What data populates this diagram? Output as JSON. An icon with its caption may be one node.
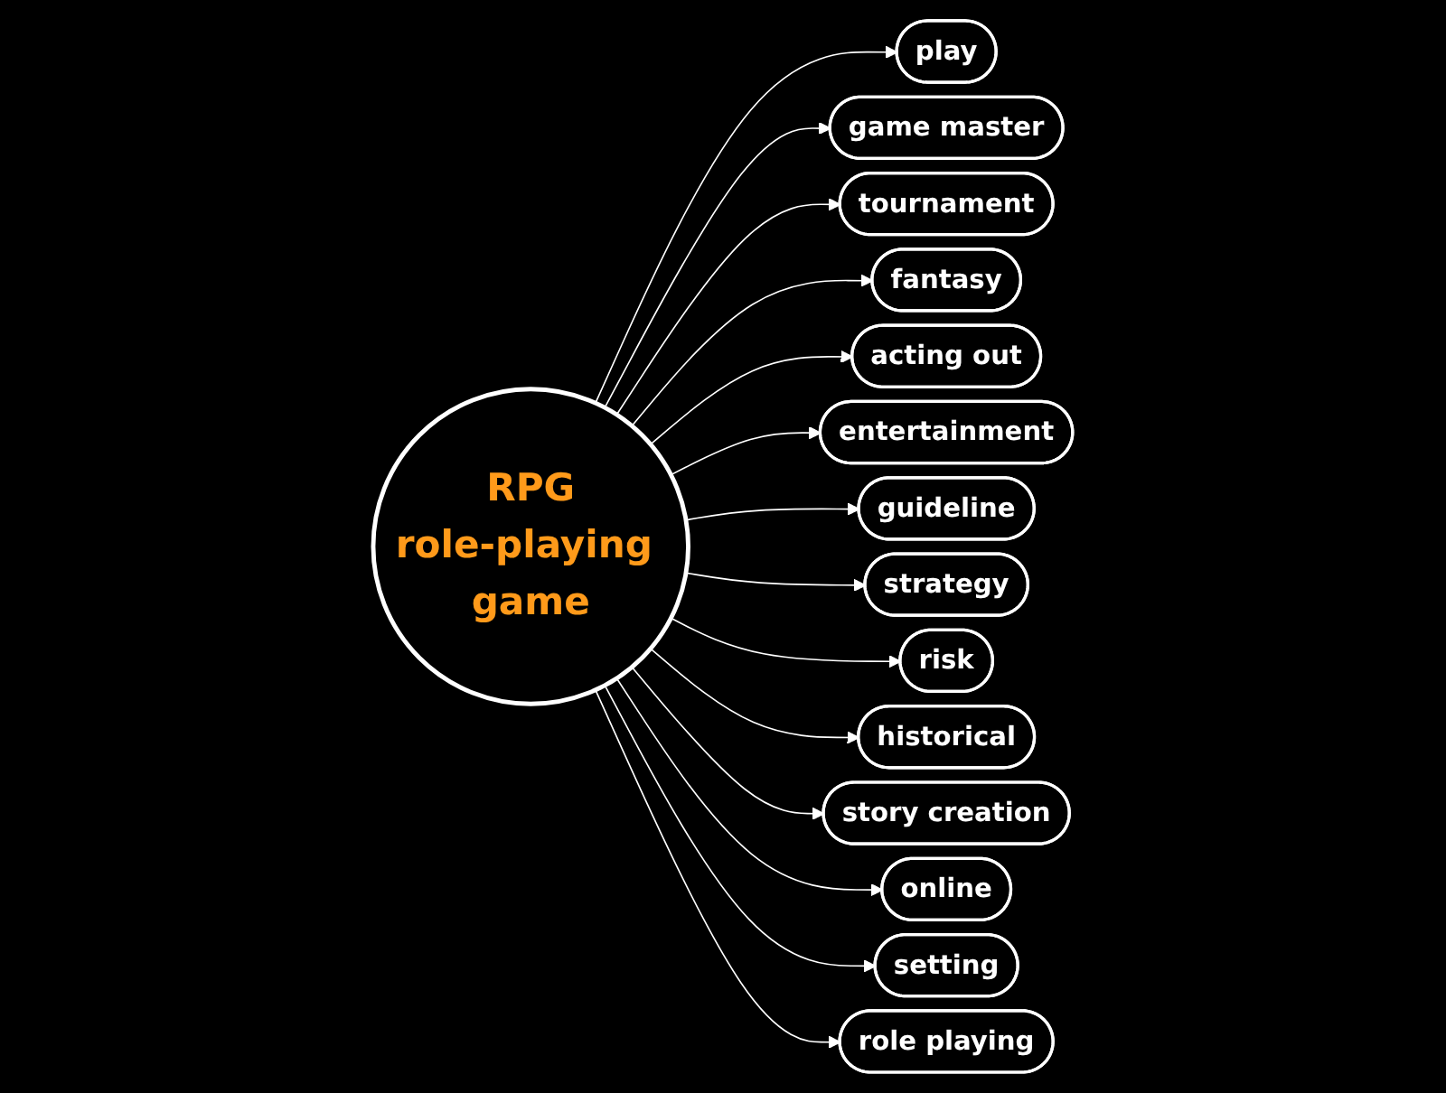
{
  "diagram": {
    "nodes": [
      {
        "text": [
          "RPG",
          "role-playing game"
        ]
      },
      {
        "text": [
          "play"
        ]
      },
      {
        "text": [
          "game master"
        ]
      },
      {
        "text": [
          "tournament"
        ]
      },
      {
        "text": [
          "fantasy"
        ]
      },
      {
        "text": [
          "acting out"
        ]
      },
      {
        "text": [
          "entertainment"
        ]
      },
      {
        "text": [
          "guideline"
        ]
      },
      {
        "text": [
          "strategy"
        ]
      },
      {
        "text": [
          "risk"
        ]
      },
      {
        "text": [
          "historical"
        ]
      },
      {
        "text": [
          "story creation"
        ]
      },
      {
        "text": [
          "online"
        ]
      },
      {
        "text": [
          "setting"
        ]
      },
      {
        "text": [
          "role playing"
        ]
      }
    ],
    "edges": [
      {
        "from": 0,
        "to": 1,
        "arrow": "to"
      },
      {
        "from": 0,
        "to": 2,
        "arrow": "to"
      },
      {
        "from": 0,
        "to": 3,
        "arrow": "to"
      },
      {
        "from": 0,
        "to": 4,
        "arrow": "to"
      },
      {
        "from": 0,
        "to": 5,
        "arrow": "to"
      },
      {
        "from": 0,
        "to": 6,
        "arrow": "to"
      },
      {
        "from": 0,
        "to": 7,
        "arrow": "to"
      },
      {
        "from": 0,
        "to": 8,
        "arrow": "to"
      },
      {
        "from": 0,
        "to": 9,
        "arrow": "to"
      },
      {
        "from": 0,
        "to": 10,
        "arrow": "to"
      },
      {
        "from": 0,
        "to": 11,
        "arrow": "to"
      },
      {
        "from": 0,
        "to": 12,
        "arrow": "to"
      },
      {
        "from": 0,
        "to": 13,
        "arrow": "to"
      },
      {
        "from": 0,
        "to": 14,
        "arrow": "to"
      }
    ]
  }
}
